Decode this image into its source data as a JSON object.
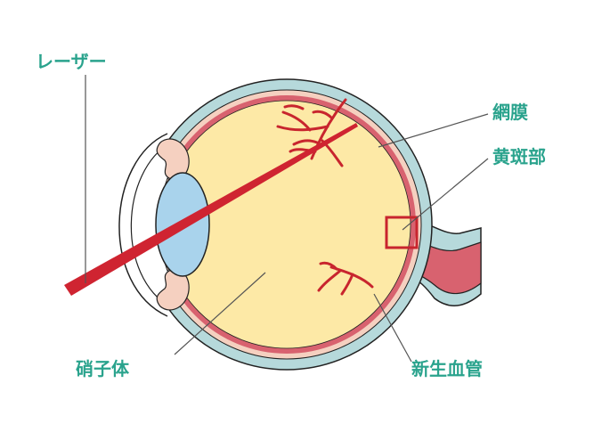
{
  "labels": {
    "laser": "レーザー",
    "retina": "網膜",
    "macula": "黄斑部",
    "vitreous": "硝子体",
    "neovessels": "新生血管"
  },
  "colors": {
    "label": "#2aa38d",
    "sclera": "#b6d9db",
    "retina_layer": "#f5d0c0",
    "choroid": "#d8626f",
    "vitreous": "#fde9a6",
    "lens": "#a9d3ec",
    "vessel": "#c8252e",
    "laser": "#cf2431",
    "leader": "#555555"
  },
  "icons": [
    "eye-cross-section",
    "laser-beam",
    "macula-marker-square",
    "retinal-blood-vessels"
  ]
}
